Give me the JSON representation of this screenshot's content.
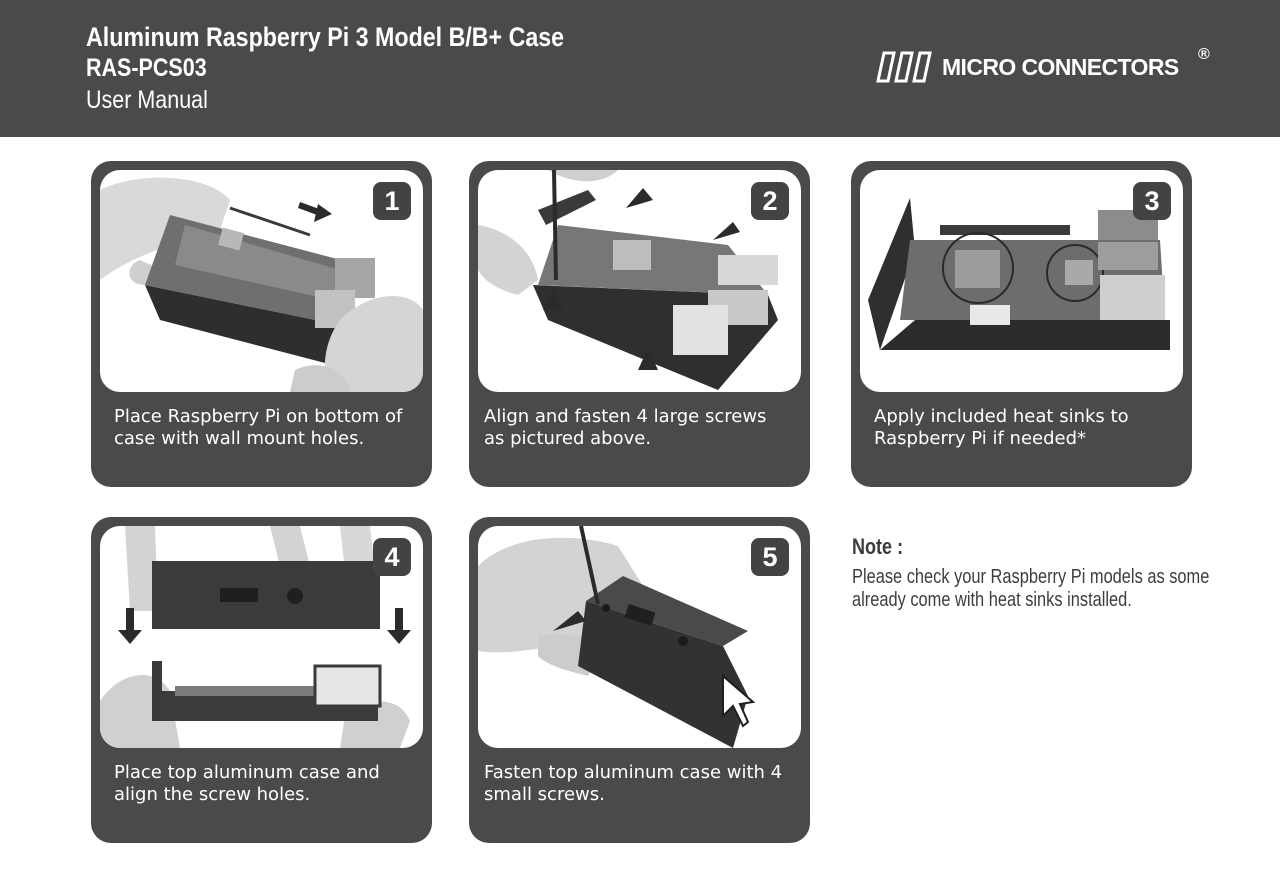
{
  "header": {
    "title": "Aluminum Raspberry Pi 3 Model B/B+ Case",
    "model": "RAS-PCS03",
    "subtitle": "User Manual",
    "brand": "MICRO CONNECTORS",
    "brand_mark": "®"
  },
  "colors": {
    "panel": "#4a4a4b",
    "badge": "#434344",
    "text_light": "#ffffff",
    "text_dark": "#3d3d3d"
  },
  "steps": [
    {
      "number": "1",
      "caption": [
        "Place Raspberry Pi on bottom of",
        "case with wall mount holes."
      ],
      "image": "pi-placed-on-case-bottom-photo"
    },
    {
      "number": "2",
      "caption": [
        "Align and fasten 4 large screws",
        "as pictured above."
      ],
      "image": "fasten-large-screws-photo"
    },
    {
      "number": "3",
      "caption": [
        "Apply included heat sinks to",
        "Raspberry Pi if needed*"
      ],
      "image": "heat-sinks-applied-photo"
    },
    {
      "number": "4",
      "caption": [
        "Place top aluminum case and",
        "align the screw holes."
      ],
      "image": "place-top-case-photo"
    },
    {
      "number": "5",
      "caption": [
        "Fasten top aluminum case with 4",
        "small screws."
      ],
      "image": "fasten-small-screws-photo"
    }
  ],
  "note": {
    "title": "Note :",
    "lines": [
      "Please check your Raspberry Pi models as some",
      "already come with heat sinks installed."
    ]
  }
}
